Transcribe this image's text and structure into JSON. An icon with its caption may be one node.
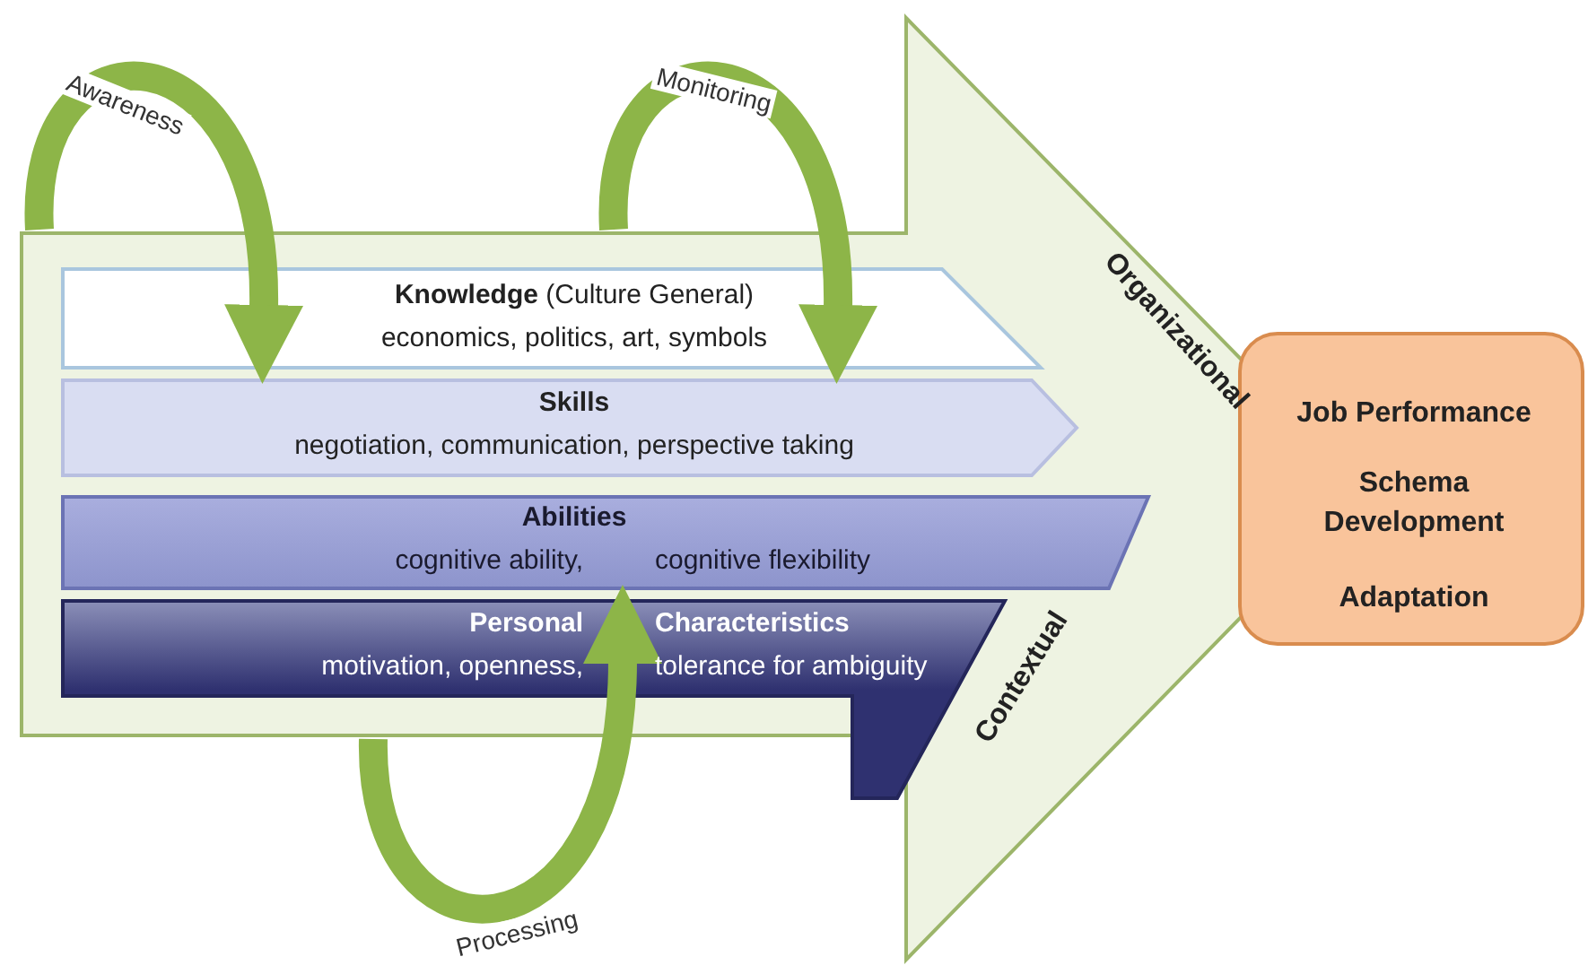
{
  "diagram": {
    "nodes": [
      {
        "text": [
          "Organizational",
          "Contextual"
        ]
      },
      {
        "text": [
          "**Knowledge** (Culture General)",
          "economics, politics, art, symbols"
        ],
        "in": 0
      },
      {
        "text": [
          "Skills",
          "negotiation, communication, perspective taking"
        ],
        "in": 0
      },
      {
        "text": [
          "Abilities",
          "cognitive ability, cognitive flexibility"
        ],
        "in": 0
      },
      {
        "text": [
          "Personal Characteristics",
          "motivation, openness, tolerance for ambiguity"
        ],
        "in": 0
      },
      {
        "text": [
          "Job Performance",
          "Schema Development",
          "Adaptation"
        ]
      }
    ],
    "edges": [
      {
        "from": null,
        "to": 2,
        "arrow": "to",
        "label": "Awareness"
      },
      {
        "from": null,
        "to": 2,
        "arrow": "to",
        "label": "Monitoring"
      },
      {
        "from": null,
        "to": 3,
        "arrow": "to",
        "label": "Processing"
      }
    ]
  }
}
